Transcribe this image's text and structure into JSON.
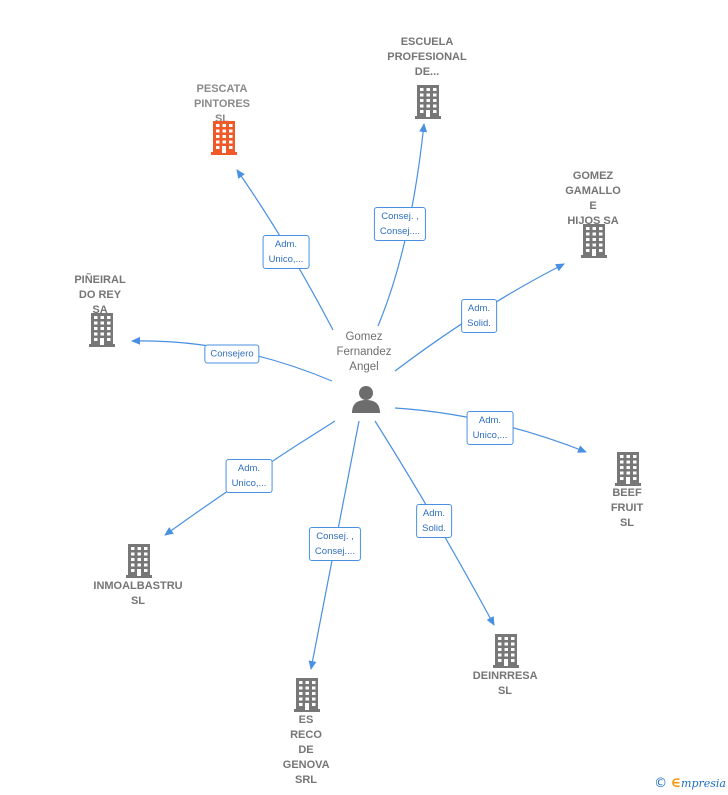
{
  "center": {
    "name": "Gomez\nFernandez\nAngel",
    "icon": "person-icon"
  },
  "companies": [
    {
      "id": "escuela",
      "name": "ESCUELA\nPROFESIONAL\nDE...",
      "color": "#777777"
    },
    {
      "id": "pescata",
      "name": "PESCATA\nPINTORES  SL",
      "color": "#f05a28"
    },
    {
      "id": "gomez-gamallo",
      "name": "GOMEZ\nGAMALLO E\nHIJOS SA",
      "color": "#777777"
    },
    {
      "id": "pineiral",
      "name": "PIÑEIRAL\nDO REY SA",
      "color": "#777777"
    },
    {
      "id": "beef-fruit",
      "name": "BEEF FRUIT SL",
      "color": "#777777"
    },
    {
      "id": "inmoalbastru",
      "name": "INMOALBASTRU\nSL",
      "color": "#777777"
    },
    {
      "id": "deinrresa",
      "name": "DEINRRESA SL",
      "color": "#777777"
    },
    {
      "id": "es-reco",
      "name": "ES RECO\nDE GENOVA SRL",
      "color": "#777777"
    }
  ],
  "relations": [
    {
      "to": "escuela",
      "label": "Consej. ,\nConsej...."
    },
    {
      "to": "pescata",
      "label": "Adm.\nUnico,..."
    },
    {
      "to": "gomez-gamallo",
      "label": "Adm.\nSolid."
    },
    {
      "to": "pineiral",
      "label": "Consejero"
    },
    {
      "to": "beef-fruit",
      "label": "Adm.\nUnico,..."
    },
    {
      "to": "inmoalbastru",
      "label": "Adm.\nUnico,..."
    },
    {
      "to": "deinrresa",
      "label": "Adm.\nSolid."
    },
    {
      "to": "es-reco",
      "label": "Consej. ,\nConsej...."
    }
  ],
  "colors": {
    "edge": "#4a90e2",
    "building": "#777777",
    "highlight": "#f05a28",
    "person": "#6d6d6d"
  },
  "footer": {
    "copyright": "©",
    "brand_e": "∈",
    "brand": "mpresia"
  }
}
